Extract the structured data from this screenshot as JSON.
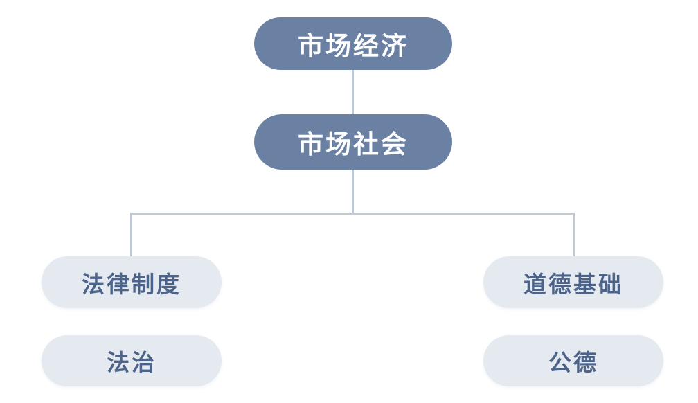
{
  "diagram": {
    "type": "hierarchy-flowchart",
    "background_color": "#ffffff",
    "style": {
      "primary_node_fill": "#6b81a3",
      "primary_node_text_color": "#ffffff",
      "secondary_node_fill": "#e5e9f0",
      "secondary_node_text_color": "#4d648a",
      "connector_color": "#bfcad6"
    },
    "nodes": {
      "root": {
        "label": "市场经济",
        "style": "primary",
        "level": 1
      },
      "child": {
        "label": "市场社会",
        "style": "primary",
        "level": 2
      },
      "branch_left": {
        "label": "法律制度",
        "style": "secondary",
        "level": 3
      },
      "branch_right": {
        "label": "道德基础",
        "style": "secondary",
        "level": 3
      },
      "leaf_left": {
        "label": "法治",
        "style": "secondary",
        "level": 4
      },
      "leaf_right": {
        "label": "公德",
        "style": "secondary",
        "level": 4
      }
    },
    "edges": [
      {
        "from": "市场经济",
        "to": "市场社会"
      },
      {
        "from": "市场社会",
        "to": "法律制度"
      },
      {
        "from": "市场社会",
        "to": "道德基础"
      }
    ]
  }
}
